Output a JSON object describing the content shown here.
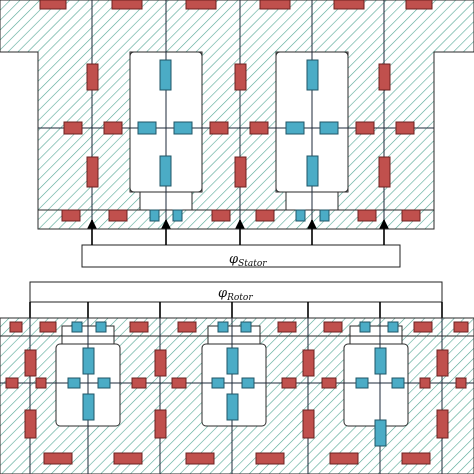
{
  "labels": {
    "stator_symbol": "φ",
    "stator_sub": "Stator",
    "rotor_symbol": "φ",
    "rotor_sub": "Rotor"
  },
  "colors": {
    "background": "#ffffff",
    "iron_hatch": "#55a896",
    "outline": "#2a2a2a",
    "grid_line": "#1e2a3a",
    "red_coil": "#c0504d",
    "blue_coil": "#4bacc6",
    "arrow": "#000000"
  },
  "icons": {
    "red_coil": "red-rectangle-coil-icon",
    "blue_coil": "blue-rectangle-coil-icon",
    "arrow": "down-up-arrow-icon"
  }
}
